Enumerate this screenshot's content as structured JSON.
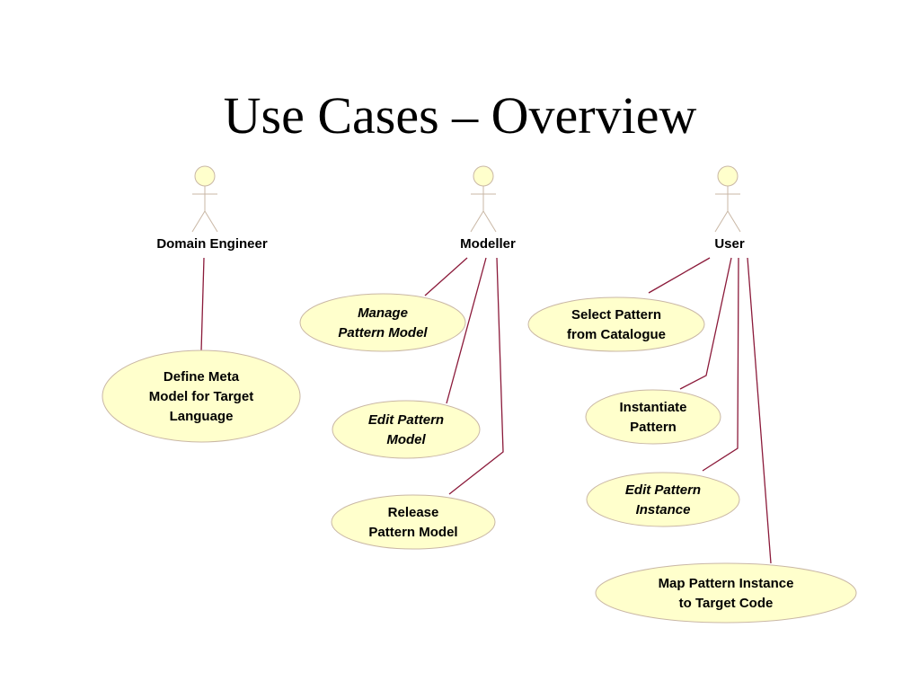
{
  "title": "Use Cases – Overview",
  "colors": {
    "fill": "#ffffcc",
    "stroke": "#c9b7a5",
    "line": "#8b1a3a"
  },
  "actors": [
    {
      "id": "domain-engineer",
      "label": "Domain Engineer"
    },
    {
      "id": "modeller",
      "label": "Modeller"
    },
    {
      "id": "user",
      "label": "User"
    }
  ],
  "use_cases": [
    {
      "id": "define-meta-model",
      "lines": [
        "Define Meta",
        "Model for Target",
        "Language"
      ],
      "italic": false
    },
    {
      "id": "manage-pattern-model",
      "lines": [
        "Manage",
        "Pattern Model"
      ],
      "italic": true
    },
    {
      "id": "edit-pattern-model",
      "lines": [
        "Edit Pattern",
        "Model"
      ],
      "italic": true
    },
    {
      "id": "release-pattern-model",
      "lines": [
        "Release",
        "Pattern Model"
      ],
      "italic": false
    },
    {
      "id": "select-pattern",
      "lines": [
        "Select Pattern",
        "from Catalogue"
      ],
      "italic": false
    },
    {
      "id": "instantiate-pattern",
      "lines": [
        "Instantiate",
        "Pattern"
      ],
      "italic": false
    },
    {
      "id": "edit-pattern-instance",
      "lines": [
        "Edit Pattern",
        "Instance"
      ],
      "italic": true
    },
    {
      "id": "map-pattern-instance",
      "lines": [
        "Map Pattern Instance",
        "to Target Code"
      ],
      "italic": false
    }
  ]
}
